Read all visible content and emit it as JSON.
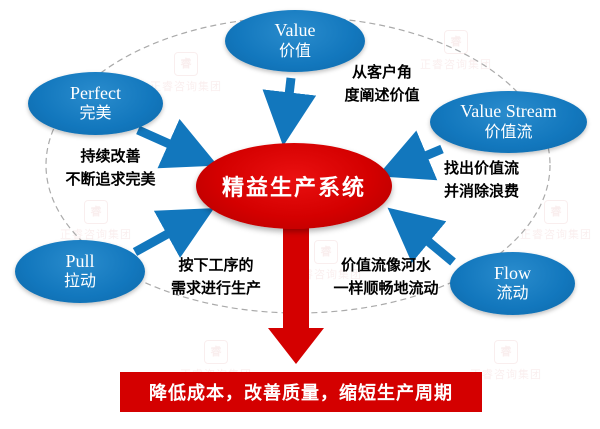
{
  "diagram": {
    "center": {
      "label": "精益生产系统"
    },
    "nodes": [
      {
        "id": "value",
        "en": "Value",
        "zh": "价值"
      },
      {
        "id": "perfect",
        "en": "Perfect",
        "zh": "完美"
      },
      {
        "id": "value-stream",
        "en": "Value Stream",
        "zh": "价值流"
      },
      {
        "id": "pull",
        "en": "Pull",
        "zh": "拉动"
      },
      {
        "id": "flow",
        "en": "Flow",
        "zh": "流动"
      }
    ],
    "annotations": [
      {
        "for": "value",
        "lines": [
          "从客户角",
          "度阐述价值"
        ]
      },
      {
        "for": "perfect",
        "lines": [
          "持续改善",
          "不断追求完美"
        ]
      },
      {
        "for": "value-stream",
        "lines": [
          "找出价值流",
          "并消除浪费"
        ]
      },
      {
        "for": "pull",
        "lines": [
          "按下工序的",
          "需求进行生产"
        ]
      },
      {
        "for": "flow",
        "lines": [
          "价值流像河水",
          "一样顺畅地流动"
        ]
      }
    ],
    "banner": {
      "label": "降低成本，改善质量，缩短生产周期"
    },
    "colors": {
      "blue": "#1277bd",
      "red": "#d40000"
    },
    "watermark": {
      "logo": "睿",
      "label": "正睿咨询集团"
    }
  }
}
